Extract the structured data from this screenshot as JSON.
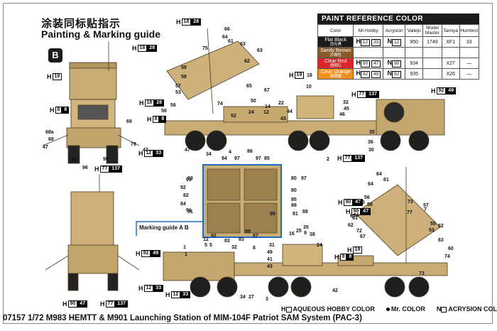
{
  "header": {
    "title_cn": "涂装同标贴指示",
    "title_en": "Painting & Marking guide",
    "badge": "B"
  },
  "paint_reference": {
    "title": "PAINT  REFERENCE  COLOR",
    "columns": [
      "Color",
      "Mr.Hobby",
      "Acrysion",
      "Vallejo",
      "Model Master",
      "Tamiya",
      "Humbrol"
    ],
    "rows": [
      {
        "name": "Flat Black",
        "cn": "消光黑",
        "swatch": "#1a1a1a",
        "text_color": "#ffffff",
        "hobby": "12",
        "hobby_sub": "33",
        "acry": "12",
        "vallejo": "950",
        "mm": "1749",
        "tamiya": "XF1",
        "humbrol": "33"
      },
      {
        "name": "Sandy Beown",
        "cn": "沙褐色",
        "swatch": "#8a5a2b",
        "text_color": "#ffffff",
        "hobby": "",
        "hobby_sub": "",
        "acry": "",
        "vallejo": "",
        "mm": "",
        "tamiya": "",
        "humbrol": ""
      },
      {
        "name": "Clear Red",
        "cn": "透明红",
        "swatch": "#d8262a",
        "text_color": "#ffffff",
        "hobby": "90",
        "hobby_sub": "47",
        "acry": "90",
        "vallejo": "934",
        "mm": "",
        "tamiya": "X27",
        "humbrol": "—"
      },
      {
        "name": "Clear Orange",
        "cn": "透明橘",
        "swatch": "#f0901e",
        "text_color": "#ffffff",
        "hobby": "92",
        "hobby_sub": "49",
        "acry": "92",
        "vallejo": "935",
        "mm": "",
        "tamiya": "X26",
        "humbrol": "—"
      }
    ]
  },
  "tags": [
    {
      "h": "18",
      "v": "28"
    },
    {
      "h": "18",
      "v": "28"
    },
    {
      "h": "18",
      "v": "28"
    },
    {
      "h": "19",
      "v": ""
    },
    {
      "h": "19",
      "v": ""
    },
    {
      "h": "19",
      "v": ""
    },
    {
      "h": "8",
      "v": "8"
    },
    {
      "h": "8",
      "v": "8"
    },
    {
      "h": "8",
      "v": "8"
    },
    {
      "h": "77",
      "v": "137"
    },
    {
      "h": "77",
      "v": "137"
    },
    {
      "h": "77",
      "v": "137"
    },
    {
      "h": "77",
      "v": "137"
    },
    {
      "h": "12",
      "v": "33"
    },
    {
      "h": "12",
      "v": "33"
    },
    {
      "h": "12",
      "v": "33"
    },
    {
      "h": "92",
      "v": "49"
    },
    {
      "h": "92",
      "v": "49"
    },
    {
      "h": "90",
      "v": "47"
    },
    {
      "h": "90",
      "v": "47"
    },
    {
      "h": "90",
      "v": "47"
    }
  ],
  "marking_guide": "Marking guide  A  B",
  "legend": {
    "h": "AQUEOUS HOBBY COLOR",
    "mr": "Mr. COLOR",
    "n": "ACRYSION COLOR"
  },
  "caption": "07157 1/72 M983 HEMTT & M901 Launching Station of MIM-104F Patriot SAM System (PAC-3)",
  "part_numbers": {
    "front": [
      "69",
      "68a",
      "68",
      "47",
      "79",
      "47",
      "96",
      "96",
      "86",
      "91",
      "93",
      "88",
      "80",
      "1",
      "5",
      "77",
      "72",
      "67"
    ],
    "side_top": [
      "66",
      "64",
      "61",
      "63",
      "65",
      "75",
      "63",
      "59",
      "58",
      "57",
      "56",
      "53",
      "56",
      "62",
      "67",
      "74",
      "52",
      "50",
      "14",
      "12",
      "24",
      "22",
      "18",
      "10",
      "32",
      "44",
      "46",
      "43",
      "45",
      "35",
      "36",
      "30",
      "2",
      "34",
      "47",
      "4",
      "36",
      "64",
      "72",
      "65",
      "74",
      "67",
      "66",
      "55",
      "60"
    ],
    "detail": [
      "94",
      "97",
      "86",
      "85",
      "93",
      "97",
      "97",
      "95",
      "82",
      "80",
      "92",
      "84",
      "83",
      "91",
      "88",
      "92",
      "83",
      "87",
      "89",
      "99",
      "81"
    ],
    "side_bottom": [
      "1",
      "12",
      "5",
      "32",
      "8",
      "4",
      "3",
      "25",
      "16",
      "9",
      "35",
      "38",
      "31",
      "49",
      "41",
      "43",
      "24",
      "34",
      "27",
      "42",
      "64",
      "61",
      "62",
      "63",
      "64",
      "56",
      "58",
      "65",
      "66",
      "67",
      "73",
      "7",
      "55",
      "53",
      "73",
      "60",
      "74",
      "52",
      "63",
      "57"
    ]
  }
}
